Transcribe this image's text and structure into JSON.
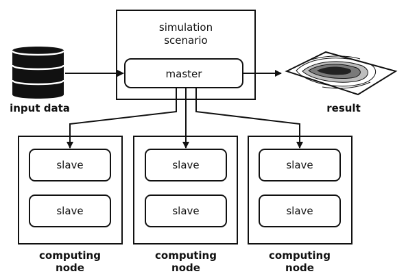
{
  "scenario": {
    "line1": "simulation",
    "line2": "scenario"
  },
  "master": {
    "label": "master"
  },
  "input": {
    "label": "input data"
  },
  "result": {
    "label": "result"
  },
  "nodes": [
    {
      "slaves": [
        "slave",
        "slave"
      ],
      "line1": "computing",
      "line2": "node"
    },
    {
      "slaves": [
        "slave",
        "slave"
      ],
      "line1": "computing",
      "line2": "node"
    },
    {
      "slaves": [
        "slave",
        "slave"
      ],
      "line1": "computing",
      "line2": "node"
    }
  ],
  "colors": {
    "stroke": "#111111",
    "background": "#ffffff",
    "contour_dark": "#222222",
    "contour_mid": "#7a7a7a",
    "contour_light": "#bdbdbd"
  }
}
